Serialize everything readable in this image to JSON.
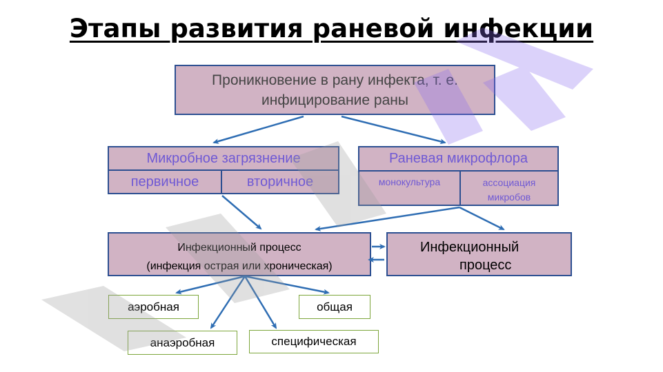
{
  "title": "Этапы развития раневой инфекции",
  "top_box": {
    "line1": "Проникновение в рану инфекта, т. е.",
    "line2": "инфицирование раны"
  },
  "contamination": {
    "heading": "Микробное загрязнение",
    "primary": "первичное",
    "secondary": "вторичное"
  },
  "microflora": {
    "heading": "Раневая микрофлора",
    "mono": "монокультура",
    "assoc_line1": "ассоциация",
    "assoc_line2": "микробов"
  },
  "process_left": {
    "line1": "Инфекционный процесс",
    "line2": "(инфекция острая или хроническая)"
  },
  "process_right": {
    "line1": "Инфекционный",
    "line2": "процесс"
  },
  "types": {
    "aerobic": "аэробная",
    "general": "общая",
    "anaerobic": "анаэробная",
    "specific": "специфическая"
  },
  "colors": {
    "box_fill": "#d1b3c4",
    "box_border": "#2c4f91",
    "arrow": "#2e6db3",
    "violet_text": "#6f59d4",
    "green_border": "#7ca53a"
  }
}
